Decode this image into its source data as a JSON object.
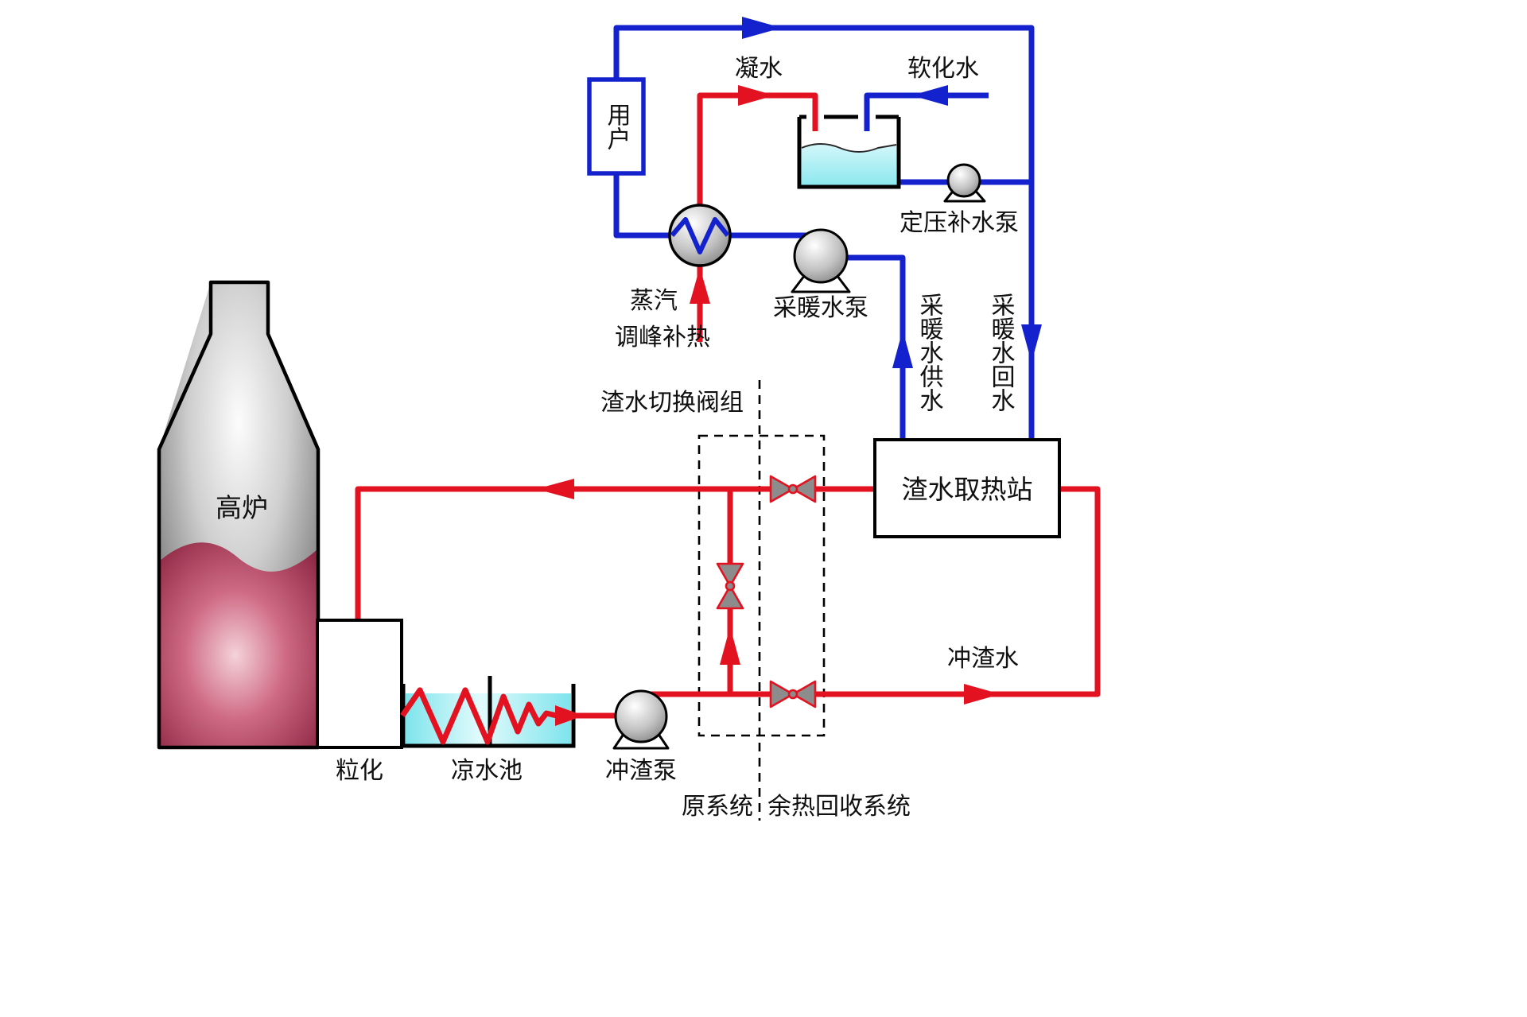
{
  "diagram": {
    "type": "process-flow-diagram",
    "colors": {
      "pipe_red": "#e31220",
      "pipe_blue": "#1322cc",
      "water_cyan": "#8ce8ef",
      "valve_gray": "#8c8c8c"
    },
    "labels": {
      "blast_furnace": "高炉",
      "granulation": "粒化",
      "cooling_pool": "凉水池",
      "slag_pump": "冲渣泵",
      "valve_group": "渣水切换阀组",
      "heat_station": "渣水取热站",
      "slag_water": "冲渣水",
      "original_system": "原系统",
      "recovery_system": "余热回收系统",
      "user": "用户",
      "condensate": "凝水",
      "softened_water": "软化水",
      "makeup_pump": "定压补水泵",
      "heating_pump": "采暖水泵",
      "steam": "蒸汽",
      "peak_heating": "调峰补热",
      "heating_supply": "采暖水供水",
      "heating_return": "采暖水回水"
    }
  }
}
